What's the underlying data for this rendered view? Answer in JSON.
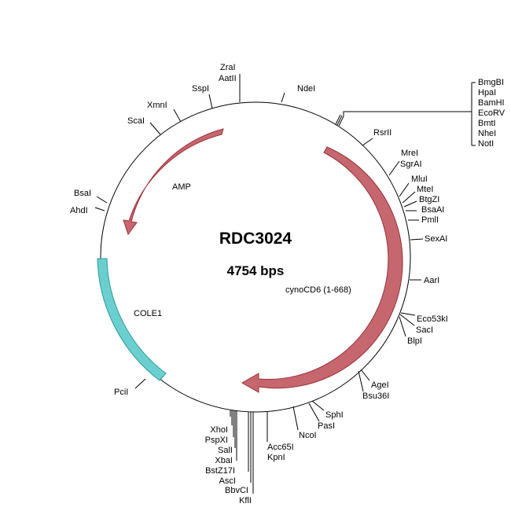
{
  "plasmid": {
    "name": "RDC3024",
    "length_label": "4754 bps"
  },
  "features": [
    {
      "id": "amp",
      "label": "AMP",
      "type": "arrow",
      "color": "#c0575f",
      "stroke": "#9c2f37"
    },
    {
      "id": "cynocd6",
      "label": "cynoCD6 (1-668)",
      "type": "arrow",
      "color": "#c0575f",
      "stroke": "#9c2f37"
    },
    {
      "id": "cole1",
      "label": "COLE1",
      "type": "box",
      "color": "#6ccfcf",
      "stroke": "#2a9a9a"
    }
  ],
  "sites": {
    "zrai": "ZraI",
    "aatii": "AatII",
    "sspi": "SspI",
    "ndei": "NdeI",
    "xmni": "XmnI",
    "scai": "ScaI",
    "bsai": "BsaI",
    "ahdi": "AhdI",
    "pcii": "PciI",
    "rsrii": "RsrII",
    "mrei": "MreI",
    "sgrai": "SgrAI",
    "mlui": "MluI",
    "mtei": "MteI",
    "btgzi": "BtgZI",
    "bsaai": "BsaAI",
    "pmli": "PmlI",
    "sexai": "SexAI",
    "aari": "AarI",
    "eco53ki": "Eco53kI",
    "saci": "SacI",
    "blpi": "BlpI",
    "agei": "AgeI",
    "bsu36i": "Bsu36I",
    "sphi": "SphI",
    "pasi": "PasI",
    "ncoi": "NcoI",
    "acc65i": "Acc65I",
    "kpni": "KpnI",
    "xhoi": "XhoI",
    "pspxi": "PspXI",
    "sali": "SalI",
    "xbai": "XbaI",
    "bstz17i": "BstZ17I",
    "asci": "AscI",
    "bbvci": "BbvCI",
    "kfli": "KflI",
    "bmgbi": "BmgBI",
    "hpai": "HpaI",
    "bamhi": "BamHI",
    "ecorv": "EcoRV",
    "bmti": "BmtI",
    "nhei": "NheI",
    "noti": "NotI"
  }
}
